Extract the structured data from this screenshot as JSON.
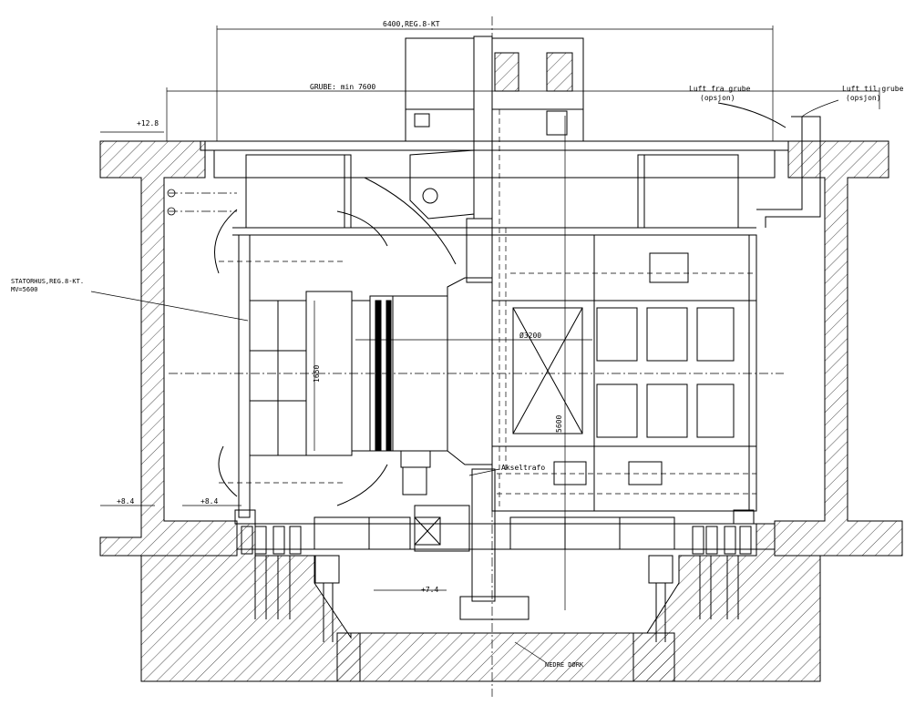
{
  "dimensions": {
    "overall_width": "6400,REG.8-KT",
    "pit_width": "GRUBE: min 7600",
    "rotor_diameter": "Ø3200",
    "stator_height": "5600",
    "core_length": "1650"
  },
  "levels": {
    "top": "+12.8",
    "mid_left": "+8.4",
    "mid_inner": "+8.4",
    "lower": "+7.4"
  },
  "labels": {
    "air_from_pit_line1": "Luft fra grube",
    "air_from_pit_line2": "(opsjon)",
    "air_to_pit_line1": "Luft til grube",
    "air_to_pit_line2": "(opsjon)",
    "stator_line1": "STATORHUS,REG.8-KT.",
    "stator_line2": "MV=5600",
    "shaft_transformer": "Akseltrafo",
    "lower_floor": "NEDRE DØRK"
  },
  "colors": {
    "line": "#000000",
    "background": "#ffffff"
  }
}
